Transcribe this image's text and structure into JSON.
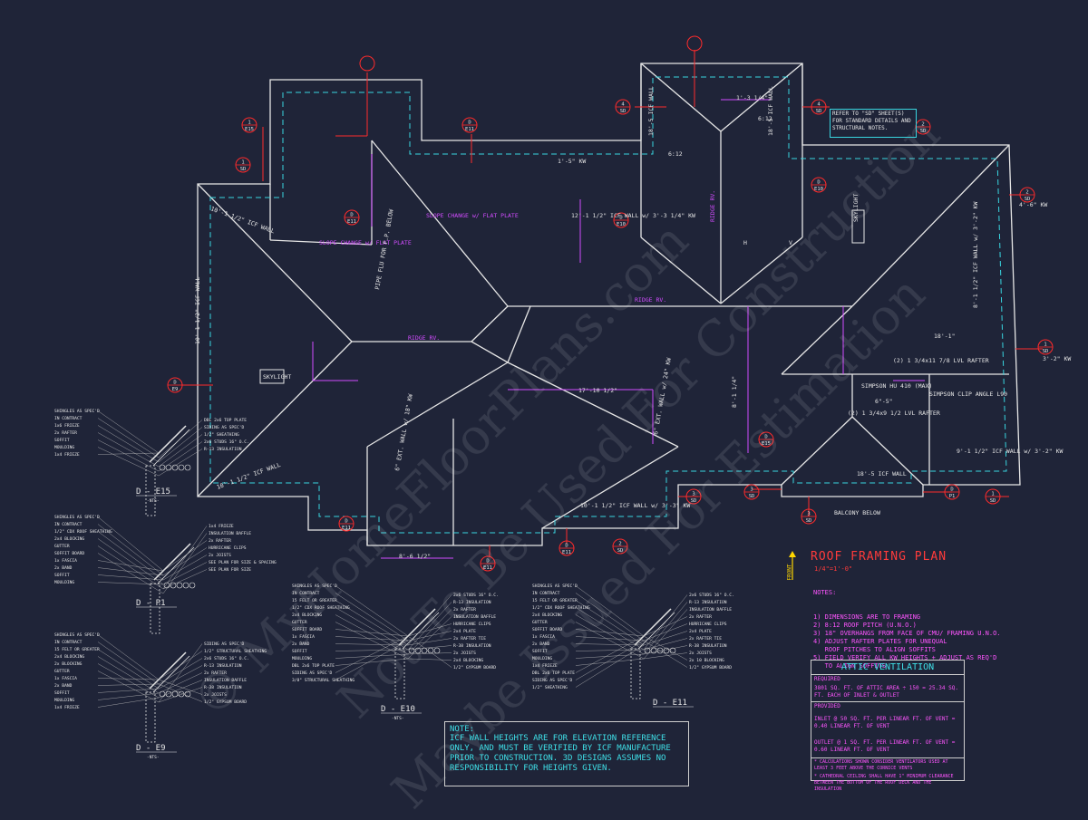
{
  "watermark": [
    "© MyHomeFloorPlans.com",
    "Not To Be Used For Construction",
    "Maybe Issued For Estimation"
  ],
  "sheet": {
    "title": "ROOF FRAMING PLAN",
    "scale": "1/4\"=1'-0\"",
    "front_label": "FRONT"
  },
  "notes": {
    "heading": "NOTES:",
    "items": [
      "1) DIMENSIONS ARE TO FRAMING",
      "2) 8:12 ROOF PITCH (U.N.O.)",
      "3) 18\" OVERHANGS FROM FACE OF CMU/ FRAMING U.N.O.",
      "4) ADJUST RAFTER PLATES FOR UNEQUAL",
      "   ROOF PITCHES TO ALIGN SOFFITS",
      "5) FIELD VERIFY ALL KW HEIGHTS + ADJUST AS REQ'D",
      "   TO ALIGN SOFFITS"
    ]
  },
  "icf_note": {
    "heading": "NOTE:",
    "body": "ICF WALL HEIGHTS ARE FOR ELEVATION REFERENCE ONLY, AND MUST BE VERIFIED BY ICF MANUFACTURE PRIOR TO CONSTRUCTION. 3D DESIGNS ASSUMES NO RESPONSIBILITY FOR HEIGHTS GIVEN."
  },
  "attic": {
    "title": "ATTIC VENTILATION",
    "required": "REQUIRED",
    "required_line": "3801 SQ. FT. OF ATTIC AREA ÷ 150 = 25.34 SQ. FT. EACH OF INLET & OUTLET",
    "provided": "PROVIDED",
    "inlet": "INLET @ 50 SQ. FT. PER LINEAR FT. OF VENT = 0.40 LINEAR FT. OF VENT",
    "outlet": "OUTLET @ 1 SQ. FT. PER LINEAR FT. OF VENT = 0.60 LINEAR FT. OF VENT",
    "fn1": "* CALCULATIONS SHOWN CONSIDER VENTILATORS USED AT LEAST 3 FEET ABOVE THE CORNICE VENTS",
    "fn2": "* CATHEDRAL CEILING SHALL HAVE 1\" MINIMUM CLEARANCE BETWEEN THE BOTTOM OF THE ROOF DECK AND THE INSULATION"
  },
  "refer_note": "REFER TO \"SD\" SHEET(S) FOR STANDARD DETAILS AND STRUCTURAL NOTES.",
  "details": [
    {
      "label": "D - E15",
      "nts": "-NTS-",
      "callouts": [
        "SHINGLES AS SPEC'D",
        "IN CONTRACT",
        "1x6 FRIEZE",
        "2x RAFTER",
        "SOFFIT",
        "MOULDING",
        "1x4 FRIEZE",
        "DBL 2x6 TOP PLATE",
        "SIDING AS SPEC'D",
        "1/2\" SHEATHING",
        "2x6 STUDS 16\" O.C.",
        "R-13 INSULATION"
      ]
    },
    {
      "label": "D - P1",
      "nts": "",
      "callouts": [
        "SHINGLES AS SPEC'D",
        "IN CONTRACT",
        "1/2\" CDX ROOF SHEATHING",
        "2x4 BLOCKING",
        "GUTTER",
        "SOFFIT BOARD",
        "1x FASCIA",
        "2x BAND",
        "SOFFIT",
        "MOULDING",
        "1x4 FRIEZE",
        "INSULATION BAFFLE",
        "2x RAFTER",
        "HURRICANE CLIPS",
        "2x JOISTS",
        "SEE PLAN FOR SIZE & SPACING",
        "SEE PLAN FOR SIZE"
      ]
    },
    {
      "label": "D - E9",
      "nts": "-NTS-",
      "callouts": [
        "SHINGLES AS SPEC'D",
        "IN CONTRACT",
        "15 FELT OR GREATER",
        "2x4 BLOCKING",
        "2x BLOCKING",
        "GUTTER",
        "1x FASCIA",
        "2x BAND",
        "SOFFIT",
        "MOULDING",
        "1x4 FRIEZE",
        "SIDING AS SPEC'D",
        "1/2\" STRUCTURAL SHEATHING",
        "2x6 STUDS 16\" O.C.",
        "R-13 INSULATION",
        "2x RAFTER",
        "INSULATION BAFFLE",
        "R-38 INSULATION",
        "2x JOISTS",
        "1/2\" GYPSUM BOARD"
      ]
    },
    {
      "label": "D - E10",
      "nts": "-NTS-",
      "callouts": [
        "SHINGLES AS SPEC'D",
        "IN CONTRACT",
        "15 FELT OR GREATER",
        "1/2\" CDX ROOF SHEATHING",
        "2x4 BLOCKING",
        "GUTTER",
        "SOFFIT BOARD",
        "1x FASCIA",
        "2x BAND",
        "SOFFIT",
        "MOULDING",
        "DBL 2x6 TOP PLATE",
        "SIDING AS SPEC'D",
        "3/8\" STRUCTURAL SHEATHING",
        "2x6 STUDS 16\" O.C.",
        "R-13 INSULATION",
        "2x RAFTER",
        "INSULATION BAFFLE",
        "HURRICANE CLIPS",
        "2x4 PLATE",
        "2x RAFTER TIE",
        "R-38 INSULATION",
        "2x JOISTS",
        "2x4 BLOCKING",
        "1/2\" GYPSUM BOARD"
      ]
    },
    {
      "label": "D - E11",
      "nts": "",
      "callouts": [
        "SHINGLES AS SPEC'D",
        "IN CONTRACT",
        "15 FELT OR GREATER",
        "1/2\" CDX ROOF SHEATHING",
        "2x4 BLOCKING",
        "GUTTER",
        "SOFFIT BOARD",
        "1x FASCIA",
        "2x BAND",
        "SOFFIT",
        "MOULDING",
        "1x4 FRIEZE",
        "DBL 2x6 TOP PLATE",
        "SIDING AS SPEC'D",
        "1/2\" SHEATHING",
        "2x6 STUDS 16\" O.C.",
        "R-13 INSULATION",
        "INSULATION BAFFLE",
        "2x RAFTER",
        "HURRICANE CLIPS",
        "2x4 PLATE",
        "2x RAFTER TIE",
        "R-38 INSULATION",
        "2x JOISTS",
        "2x 10 BLOCKING",
        "1/2\" GYPSUM BOARD"
      ]
    }
  ],
  "plan_labels": [
    {
      "t": "RIDGE RV.",
      "c": "magenta"
    },
    {
      "t": "RIDGE RV.",
      "c": "magenta"
    },
    {
      "t": "RIDGE RV.",
      "c": "magenta"
    },
    {
      "t": "SLOPE CHANGE w/ FLAT PLATE",
      "c": "magenta"
    },
    {
      "t": "SLOPE CHANGE w/ FLAT PLATE",
      "c": "magenta"
    },
    {
      "t": "PIPE FLU FOR F.P. BELOW",
      "c": "white"
    },
    {
      "t": "SKYLIGHT",
      "c": "white"
    },
    {
      "t": "SKYLIGHT",
      "c": "white"
    },
    {
      "t": "10'-1 1/2\" ICF WALL",
      "c": "white"
    },
    {
      "t": "10'-1 1/2\" ICF WALL",
      "c": "white"
    },
    {
      "t": "10'-1 1/2\" ICF WALL",
      "c": "white"
    },
    {
      "t": "9'-1 1/2\" ICF WALL w/ 3'-2\" KW",
      "c": "white"
    },
    {
      "t": "8'-1 1/2\" ICF WALL w/ 3'-2\" KW",
      "c": "white"
    },
    {
      "t": "18'-5 ICF WALL",
      "c": "white"
    },
    {
      "t": "18'-5 ICF WALL",
      "c": "white"
    },
    {
      "t": "18'-5 ICF WALL",
      "c": "white"
    },
    {
      "t": "6\" EXT. WALL w/ 18\" KW",
      "c": "white"
    },
    {
      "t": "6\" EXT. WALL w/ 24\" KW",
      "c": "white"
    },
    {
      "t": "1'-5\" KW",
      "c": "white"
    },
    {
      "t": "1'-3 1/4\"",
      "c": "white"
    },
    {
      "t": "4'-6\" KW",
      "c": "white"
    },
    {
      "t": "3'-2\" KW",
      "c": "white"
    },
    {
      "t": "18'-1\"",
      "c": "white"
    },
    {
      "t": "8'-6 1/2\"",
      "c": "white"
    },
    {
      "t": "BALCONY BELOW",
      "c": "white"
    },
    {
      "t": "SIMPSON HU 410 (MAX)",
      "c": "white"
    },
    {
      "t": "SIMPSON CLIP ANGLE L90",
      "c": "white"
    },
    {
      "t": "(2) 1 3/4x11 7/8 LVL RAFTER",
      "c": "white"
    },
    {
      "t": "(2) 1 3/4x9 1/2 LVL RAFTER",
      "c": "white"
    },
    {
      "t": "6\"-5\"",
      "c": "white"
    },
    {
      "t": "17'-10 1/2\"",
      "c": "white"
    },
    {
      "t": "8'-1 1/4\"",
      "c": "white"
    },
    {
      "t": "12'-1 1/2\" ICF WALL w/ 3'-3 1/4\" KW",
      "c": "white"
    },
    {
      "t": "10'-1 1/2\" ICF WALL w/ 3'-3\" KW",
      "c": "white"
    },
    {
      "t": "6:12",
      "c": "white"
    },
    {
      "t": "6:12",
      "c": "white"
    },
    {
      "t": "H",
      "c": "white"
    },
    {
      "t": "V",
      "c": "white"
    }
  ],
  "section_markers": [
    {
      "top": "1",
      "bot": "E15"
    },
    {
      "top": "1",
      "bot": "SD"
    },
    {
      "top": "D",
      "bot": "E11"
    },
    {
      "top": "D",
      "bot": "E11"
    },
    {
      "top": "D",
      "bot": "E10"
    },
    {
      "top": "D",
      "bot": "E10"
    },
    {
      "top": "4",
      "bot": "SD"
    },
    {
      "top": "4",
      "bot": "SD"
    },
    {
      "top": "2",
      "bot": "SD"
    },
    {
      "top": "2",
      "bot": "SD"
    },
    {
      "top": "3",
      "bot": "SD"
    },
    {
      "top": "3",
      "bot": "SD"
    },
    {
      "top": "1",
      "bot": "SD"
    },
    {
      "top": "D",
      "bot": "E9"
    },
    {
      "top": "D",
      "bot": "E11"
    },
    {
      "top": "D",
      "bot": "E15"
    },
    {
      "top": "D",
      "bot": "E11"
    },
    {
      "top": "2",
      "bot": "SD"
    },
    {
      "top": "1",
      "bot": "SD"
    },
    {
      "top": "D",
      "bot": "P1"
    },
    {
      "top": "D",
      "bot": "E11"
    },
    {
      "top": "3",
      "bot": "SD"
    }
  ],
  "colors": {
    "bg": "#1f2438",
    "plan": "#e6e6e6",
    "cyan": "#39d6e0",
    "magenta": "#d24cff",
    "red": "#ff2b2b",
    "green": "#6cff6c"
  }
}
